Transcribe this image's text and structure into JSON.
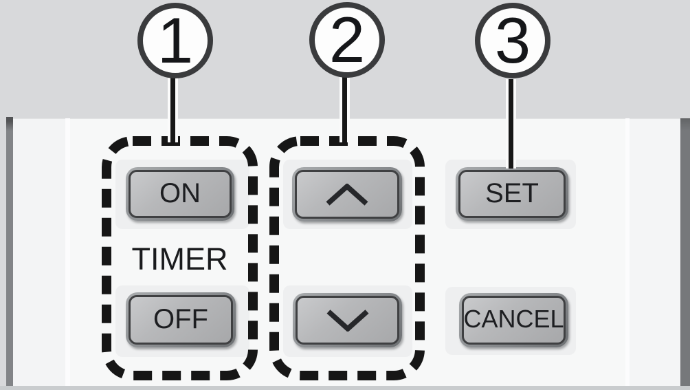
{
  "callouts": [
    {
      "number": "1"
    },
    {
      "number": "2"
    },
    {
      "number": "3"
    }
  ],
  "controls": {
    "timer_label": "TIMER",
    "on_button": "ON",
    "off_button": "OFF",
    "set_button": "SET",
    "cancel_button": "CANCEL",
    "up_button_icon": "chevron-up-icon",
    "down_button_icon": "chevron-down-icon"
  },
  "colors": {
    "background": "#d8d9db",
    "panel": "#f7f8f8",
    "panel_well": "#eeeff0",
    "button_face": "#b7b8ba",
    "button_ring": "#8d9093",
    "button_text": "#1d1e21",
    "annotation": "#161616"
  }
}
